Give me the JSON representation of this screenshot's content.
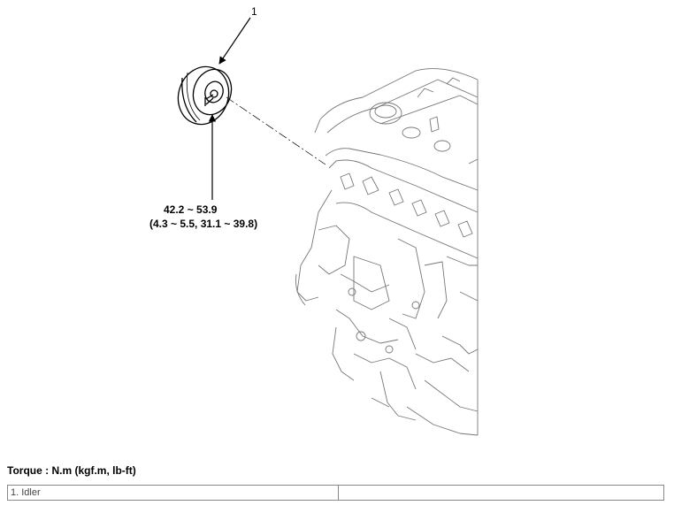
{
  "diagram": {
    "callout_number": "1",
    "torque_line1": "42.2 ~ 53.9",
    "torque_line2": "(4.3 ~ 5.5, 31.1 ~ 39.8)"
  },
  "torque_caption": "Torque : N.m (kgf.m, lb-ft)",
  "legend": {
    "rows": [
      {
        "left": "1. Idler",
        "right": ""
      }
    ]
  }
}
